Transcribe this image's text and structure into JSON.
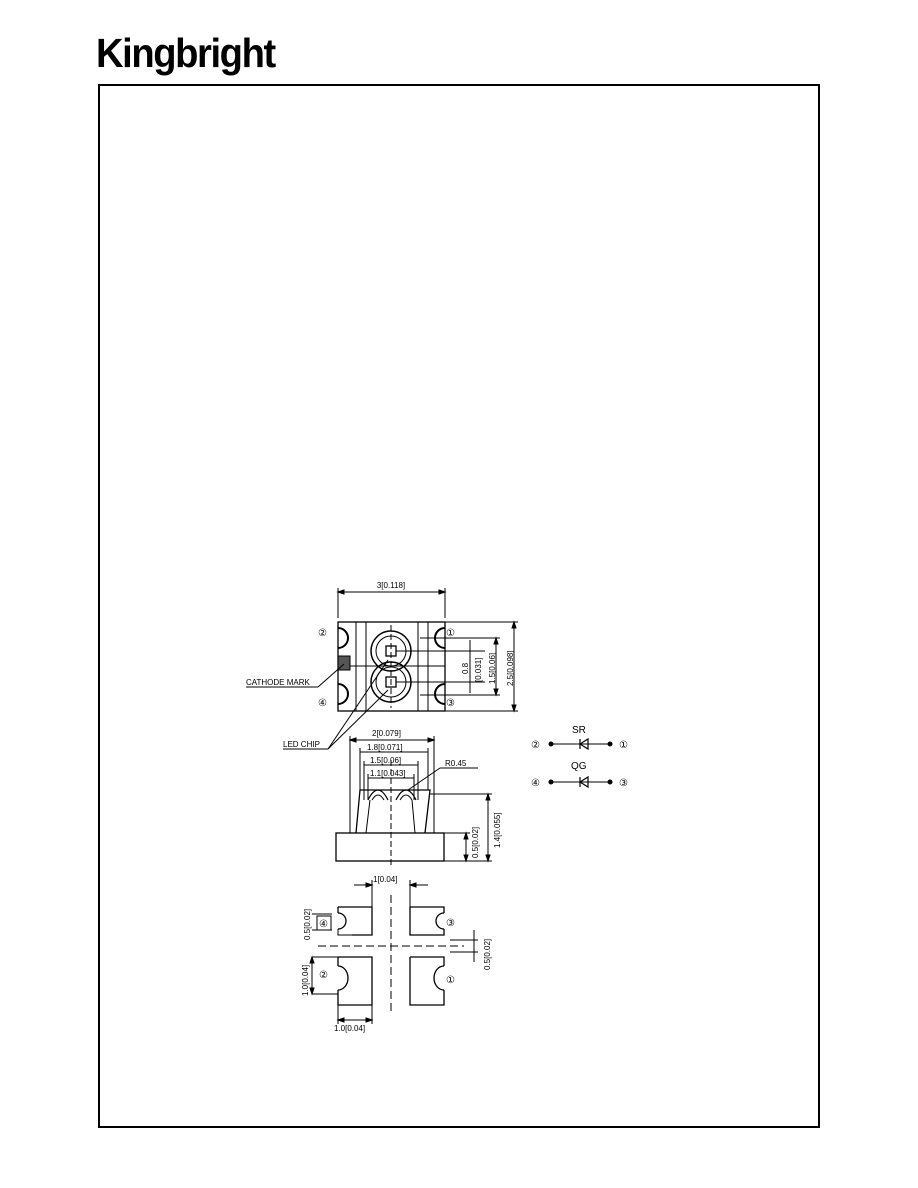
{
  "brand": {
    "name": "Kingbright"
  },
  "top_view": {
    "width_dim": "3[0.118]",
    "height_dim_total": "2.5[0.098]",
    "height_dim_mid": "1.5[0.06]",
    "chip_dim_a": "0.8",
    "chip_dim_b": "[0.031]",
    "cathode_mark_label": "CATHODE MARK",
    "led_chip_label": "LED CHIP",
    "pin_1": "①",
    "pin_2": "②",
    "pin_3": "③",
    "pin_4": "④"
  },
  "side_view": {
    "dim_overall": "2[0.079]",
    "dim_1_8": "1.8[0.071]",
    "dim_1_5": "1.5[0.06]",
    "dim_1_1": "1.1[0.043]",
    "radius": "R0.45",
    "height_total": "1.4[0.055]",
    "height_base": "0.5[0.02]"
  },
  "schematic": {
    "sr_label": "SR",
    "qg_label": "QG",
    "pin_1": "①",
    "pin_2": "②",
    "pin_3": "③",
    "pin_4": "④"
  },
  "bottom_view": {
    "gap_dim": "1[0.04]",
    "pad_height_top": "0.5[0.02]",
    "pad_height_right": "0.5[0.02]",
    "pad_height_left": "1.0[0.04]",
    "pad_width_bottom": "1.0[0.04]",
    "pin_1": "①",
    "pin_2": "②",
    "pin_3": "③",
    "pin_4": "④"
  }
}
